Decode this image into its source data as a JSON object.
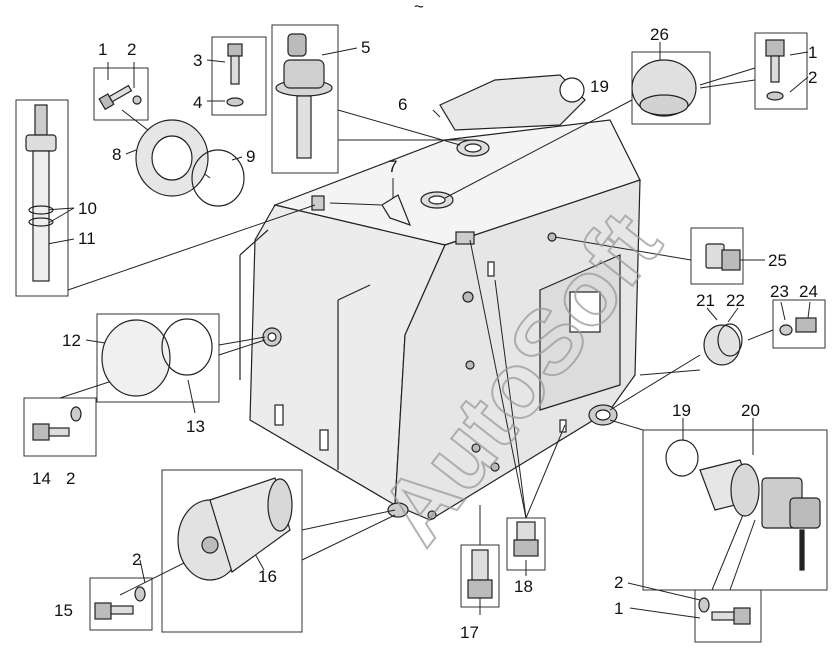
{
  "watermark": "AutoSoft",
  "top_mark": "~",
  "callouts": [
    {
      "id": "c1a",
      "text": "1"
    },
    {
      "id": "c2a",
      "text": "2"
    },
    {
      "id": "c3",
      "text": "3"
    },
    {
      "id": "c4",
      "text": "4"
    },
    {
      "id": "c5",
      "text": "5"
    },
    {
      "id": "c6",
      "text": "6"
    },
    {
      "id": "c7",
      "text": "7"
    },
    {
      "id": "c8",
      "text": "8"
    },
    {
      "id": "c9",
      "text": "9"
    },
    {
      "id": "c10",
      "text": "10"
    },
    {
      "id": "c11",
      "text": "11"
    },
    {
      "id": "c12",
      "text": "12"
    },
    {
      "id": "c13",
      "text": "13"
    },
    {
      "id": "c14",
      "text": "14"
    },
    {
      "id": "c2b",
      "text": "2"
    },
    {
      "id": "c15",
      "text": "15"
    },
    {
      "id": "c2c",
      "text": "2"
    },
    {
      "id": "c16",
      "text": "16"
    },
    {
      "id": "c17",
      "text": "17"
    },
    {
      "id": "c18",
      "text": "18"
    },
    {
      "id": "c19a",
      "text": "19"
    },
    {
      "id": "c26",
      "text": "26"
    },
    {
      "id": "c1b",
      "text": "1"
    },
    {
      "id": "c2d",
      "text": "2"
    },
    {
      "id": "c25",
      "text": "25"
    },
    {
      "id": "c21",
      "text": "21"
    },
    {
      "id": "c22",
      "text": "22"
    },
    {
      "id": "c23",
      "text": "23"
    },
    {
      "id": "c24",
      "text": "24"
    },
    {
      "id": "c19b",
      "text": "19"
    },
    {
      "id": "c20",
      "text": "20"
    },
    {
      "id": "c2e",
      "text": "2"
    },
    {
      "id": "c1c",
      "text": "1"
    }
  ]
}
